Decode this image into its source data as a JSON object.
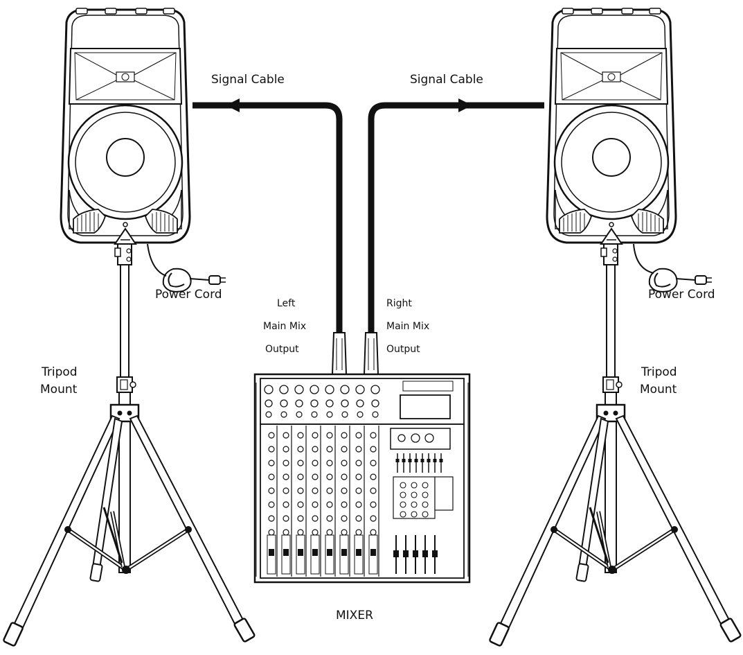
{
  "labels": {
    "signal_cable_left": "Signal Cable",
    "signal_cable_right": "Signal Cable",
    "power_cord_left": "Power Cord",
    "power_cord_right": "Power Cord",
    "tripod_left_line1": "Tripod",
    "tripod_left_line2": "Mount",
    "tripod_right_line1": "Tripod",
    "tripod_right_line2": "Mount",
    "left_output_line1": "Left",
    "left_output_line2": "Main Mix",
    "left_output_line3": "Output",
    "right_output_line1": "Right",
    "right_output_line2": "Main Mix",
    "right_output_line3": "Output",
    "mixer": "MIXER"
  },
  "components": {
    "left_speaker": "speaker",
    "right_speaker": "speaker",
    "mixer": "mixer",
    "left_stand": "tripod-stand",
    "right_stand": "tripod-stand"
  }
}
